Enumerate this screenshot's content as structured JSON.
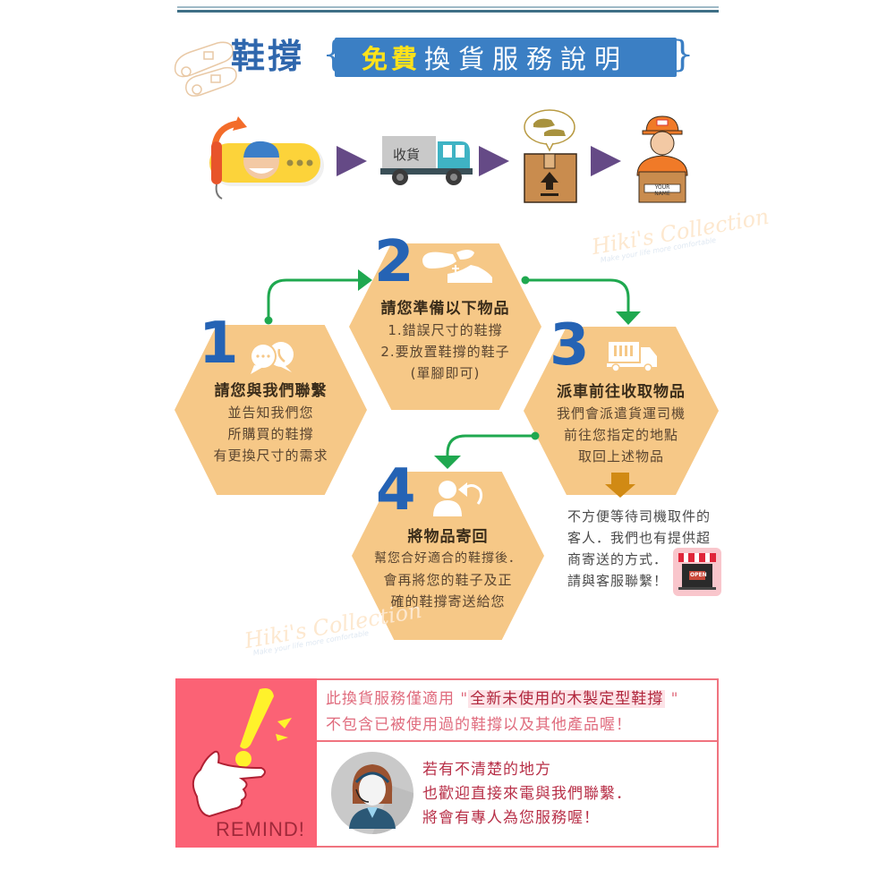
{
  "header": {
    "title_main": "鞋撐",
    "banner_free": "免費",
    "banner_rest": "換貨服務說明",
    "brace_left": "{",
    "brace_right": "}"
  },
  "flow": {
    "truck_label": "收貨",
    "box_name_label": "YOUR NAME",
    "steps": [
      "phone-call-icon",
      "truck-icon",
      "package-icon",
      "courier-icon"
    ]
  },
  "steps": [
    {
      "number": "1",
      "icon": "chat-phone-icon",
      "title": "請您與我們聯繫",
      "lines": [
        "並告知我們您",
        "所購買的鞋撐",
        "有更換尺寸的需求"
      ]
    },
    {
      "number": "2",
      "icon": "shoe-tree-icon",
      "title": "請您準備以下物品",
      "lines": [
        "1.錯誤尺寸的鞋撐",
        "2.要放置鞋撐的鞋子",
        "(單腳即可)"
      ]
    },
    {
      "number": "3",
      "icon": "delivery-truck-icon",
      "title": "派車前往收取物品",
      "lines": [
        "我們會派遣貨運司機",
        "前往您指定的地點",
        "取回上述物品"
      ]
    },
    {
      "number": "4",
      "icon": "return-user-icon",
      "title": "將物品寄回",
      "lines": [
        "幫您合好適合的鞋撐後．",
        "會再將您的鞋子及正",
        "確的鞋撐寄送給您"
      ]
    }
  ],
  "note": {
    "lines": [
      "不方便等待司機取件的",
      "客人．我們也有提供超",
      "商寄送的方式．",
      "請與客服聯繫！"
    ],
    "store_sign": "OPEN"
  },
  "watermark": {
    "brand": "Hiki's Collection",
    "tagline": "Make your life more comfortable"
  },
  "remind": {
    "label": "REMIND!",
    "line1_prefix": "此換貨服務僅適用 \"",
    "line1_highlight": "全新未使用的木製定型鞋撐",
    "line1_suffix": " \"",
    "line2": "不包含已被使用過的鞋撐以及其他產品喔！",
    "contact_lines": [
      "若有不清楚的地方",
      "也歡迎直接來電與我們聯繫．",
      "將會有專人為您服務喔！"
    ]
  },
  "colors": {
    "hex_fill": "#f6c887",
    "number_blue": "#2563b4",
    "connector_green": "#1fa84f",
    "banner_blue": "#3b7fc4",
    "remind_pink": "#fb6275",
    "flow_arrow_purple": "#654a86"
  }
}
